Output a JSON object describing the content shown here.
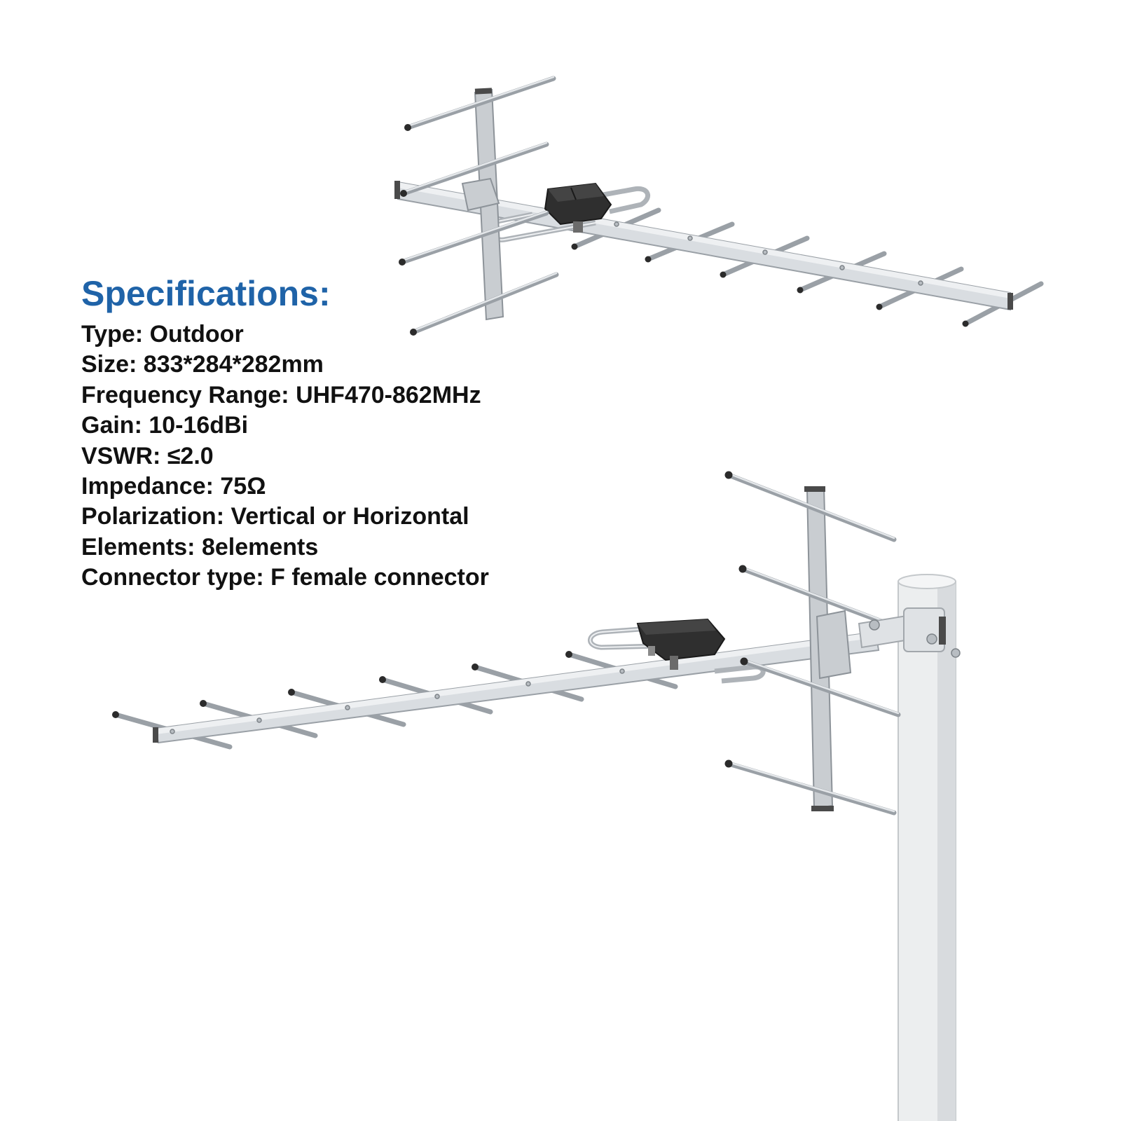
{
  "title": "Specifications:",
  "specs": [
    "Type: Outdoor",
    "Size: 833*284*282mm",
    "Frequency Range: UHF470-862MHz",
    "Gain: 10-16dBi",
    "VSWR: ≤2.0",
    "Impedance: 75Ω",
    "Polarization: Vertical or Horizontal",
    "Elements: 8elements",
    "Connector type: F female connector"
  ],
  "colors": {
    "title": "#1f63a8",
    "text": "#111111",
    "background": "#ffffff"
  }
}
